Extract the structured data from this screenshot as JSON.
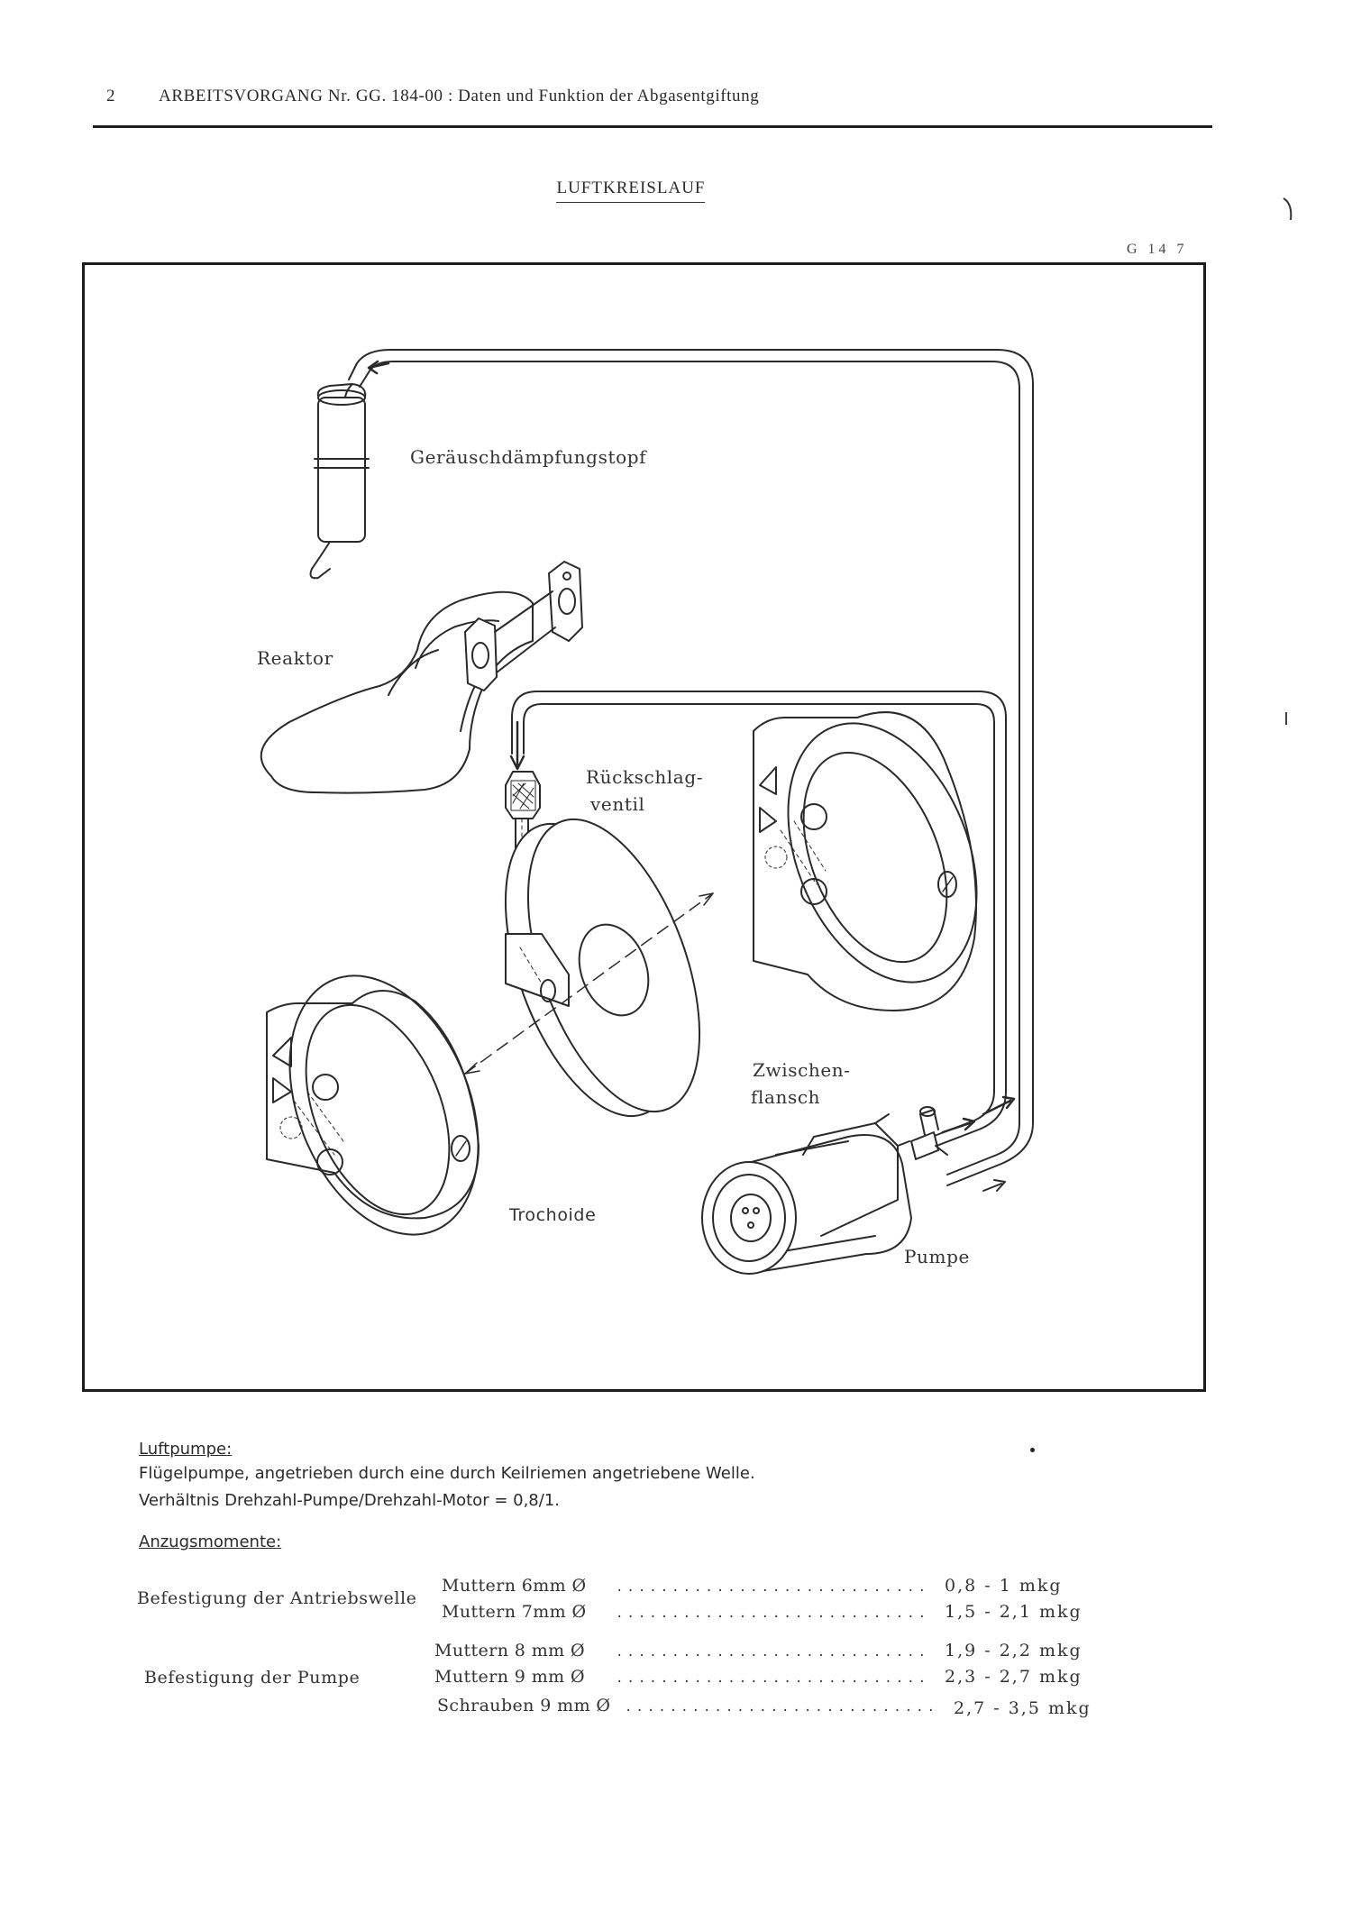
{
  "header": {
    "page_number": "2",
    "text": "ARBEITSVORGANG Nr.  GG. 184-00 : Daten und Funktion der Abgasentgiftung"
  },
  "section_title": "LUFTKREISLAUF",
  "figure": {
    "code": "G 14 7",
    "labels": {
      "silencer": "Geräuschdämpfungstopf",
      "reactor": "Reaktor",
      "check_valve_line1": "Rückschlag-",
      "check_valve_line2": "ventil",
      "flange_line1": "Zwischen-",
      "flange_line2": "flansch",
      "trochoid": "Trochoide",
      "pump": "Pumpe"
    }
  },
  "air_pump": {
    "heading": "Luftpumpe:",
    "line1": "Flügelpumpe, angetrieben durch eine durch Keilriemen angetriebene Welle.",
    "line2": "Verhältnis Drehzahl-Pumpe/Drehzahl-Motor = 0,8/1."
  },
  "torques": {
    "heading": "Anzugsmomente:",
    "dots": "............................",
    "groups": [
      {
        "label": "Befestigung der Antriebswelle",
        "rows": [
          {
            "item": "Muttern 6mm Ø",
            "value": "0,8 - 1    mkg"
          },
          {
            "item": "Muttern 7mm Ø",
            "value": "1,5 - 2,1 mkg"
          }
        ]
      },
      {
        "label": "Befestigung der Pumpe",
        "rows": [
          {
            "item": "Muttern 8 mm Ø",
            "value": "1,9 - 2,2 mkg"
          },
          {
            "item": "Muttern 9 mm Ø",
            "value": "2,3 - 2,7 mkg"
          },
          {
            "item": "Schrauben 9 mm Ø",
            "value": "2,7 - 3,5 mkg"
          }
        ]
      }
    ]
  }
}
